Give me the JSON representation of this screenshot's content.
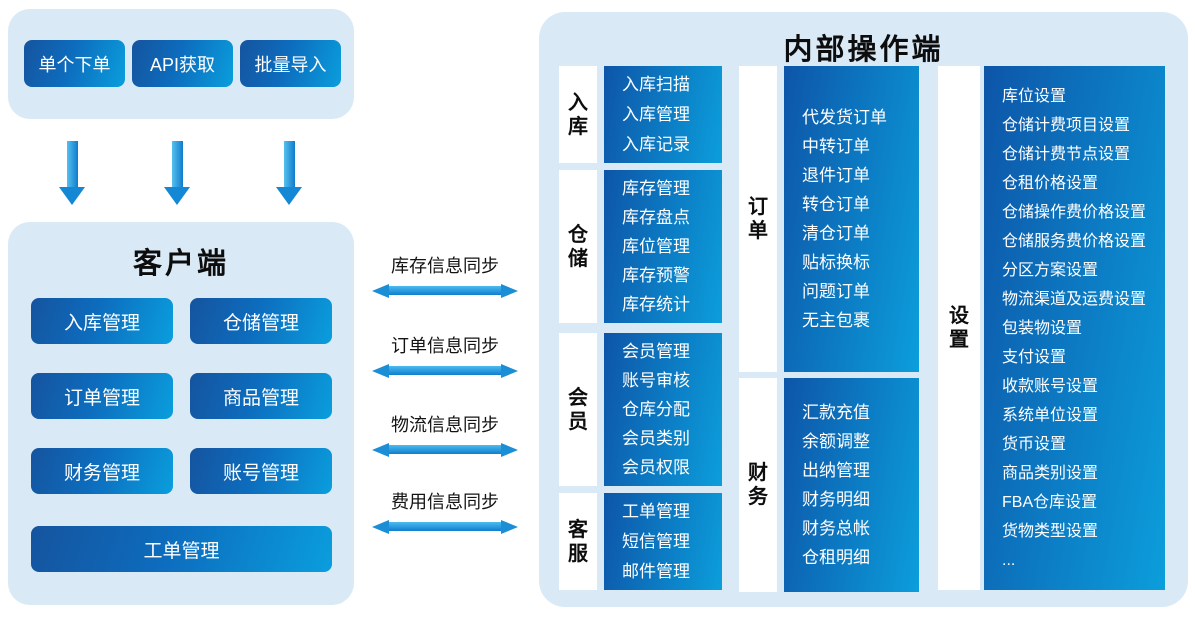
{
  "colors": {
    "panel_bg": "#d9eaf6",
    "box_gradient_dark": "#0d55a8",
    "box_gradient_light": "#0c9edc",
    "button_gradient_dark": "#15549f",
    "button_gradient_light": "#0a9edd",
    "arrow_blue": "#1b8ed6",
    "title_text": "#0d0d0d",
    "item_text": "#ffffff"
  },
  "intake": {
    "buttons": [
      "单个下单",
      "API获取",
      "批量导入"
    ]
  },
  "client": {
    "title": "客户端",
    "buttons": [
      "入库管理",
      "仓储管理",
      "订单管理",
      "商品管理",
      "财务管理",
      "账号管理"
    ],
    "wide_button": "工单管理"
  },
  "sync_arrows": {
    "inventory": "库存信息同步",
    "order": "订单信息同步",
    "logistics": "物流信息同步",
    "fee": "费用信息同步"
  },
  "internal": {
    "title": "内部操作端",
    "groups": {
      "inbound": {
        "label": "入库",
        "items": [
          "入库扫描",
          "入库管理",
          "入库记录"
        ]
      },
      "warehouse": {
        "label": "仓储",
        "items": [
          "库存管理",
          "库存盘点",
          "库位管理",
          "库存预警",
          "库存统计"
        ]
      },
      "member": {
        "label": "会员",
        "items": [
          "会员管理",
          "账号审核",
          "仓库分配",
          "会员类别",
          "会员权限"
        ]
      },
      "service": {
        "label": "客服",
        "items": [
          "工单管理",
          "短信管理",
          "邮件管理"
        ]
      },
      "orders": {
        "label": "订单",
        "items": [
          "代发货订单",
          "中转订单",
          "退件订单",
          "转仓订单",
          "清仓订单",
          "贴标换标",
          "问题订单",
          "无主包裹"
        ]
      },
      "finance": {
        "label": "财务",
        "items": [
          "汇款充值",
          "余额调整",
          "出纳管理",
          "财务明细",
          "财务总帐",
          "仓租明细"
        ]
      },
      "settings": {
        "label": "设置",
        "items": [
          "库位设置",
          "仓储计费项目设置",
          "仓储计费节点设置",
          "仓租价格设置",
          "仓储操作费价格设置",
          "仓储服务费价格设置",
          "分区方案设置",
          "物流渠道及运费设置",
          "包装物设置",
          "支付设置",
          "收款账号设置",
          "系统单位设置",
          "货币设置",
          "商品类别设置",
          "FBA仓库设置",
          "货物类型设置",
          "..."
        ]
      }
    }
  }
}
